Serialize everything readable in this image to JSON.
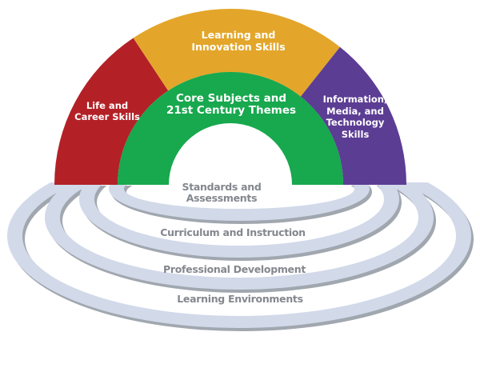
{
  "diagram": {
    "arch": {
      "segments": [
        {
          "key": "life-career-skills",
          "color": "#b32127",
          "label_lines": [
            "Life and",
            "Career Skills"
          ]
        },
        {
          "key": "learning-innovation-skills",
          "color": "#e3a62a",
          "label_lines": [
            "Learning and",
            "Innovation Skills"
          ]
        },
        {
          "key": "core-subjects-21st-century-themes",
          "color": "#18a84e",
          "label_lines": [
            "Core Subjects and",
            "21st Century Themes"
          ]
        },
        {
          "key": "information-media-technology-skills",
          "color": "#5c3d94",
          "label_lines": [
            "Information,",
            "Media, and",
            "Technology",
            "Skills"
          ]
        }
      ]
    },
    "support_rings": [
      {
        "key": "standards-assessments",
        "label_lines": [
          "Standards and",
          "Assessments"
        ]
      },
      {
        "key": "curriculum-instruction",
        "label_lines": [
          "Curriculum and Instruction"
        ]
      },
      {
        "key": "professional-development",
        "label_lines": [
          "Professional Development"
        ]
      },
      {
        "key": "learning-environments",
        "label_lines": [
          "Learning Environments"
        ]
      }
    ],
    "colors": {
      "ring_fill": "#d2d9e9",
      "ring_shadow": "#a1a7af",
      "ring_label": "#84878e",
      "arch_label": "#ffffff",
      "background": "#ffffff"
    }
  }
}
